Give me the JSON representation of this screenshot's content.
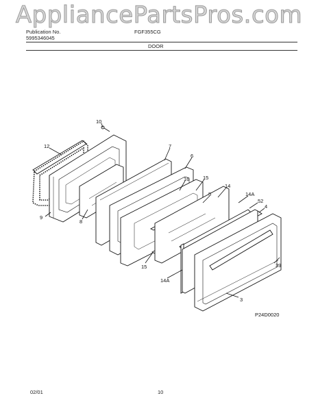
{
  "watermark": "AppliancePartsPros.com",
  "header": {
    "publication_label": "Publication No.",
    "publication_number": "5995346045",
    "model": "FGF355CG",
    "section": "DOOR"
  },
  "callouts": [
    "10",
    "12",
    "7",
    "6",
    "16",
    "15",
    "14",
    "5",
    "14A",
    "52",
    "4",
    "9",
    "8",
    "15",
    "39",
    "14A",
    "3"
  ],
  "diagram_code": "P24D0020",
  "footer": {
    "date": "02/01",
    "page": "10"
  }
}
